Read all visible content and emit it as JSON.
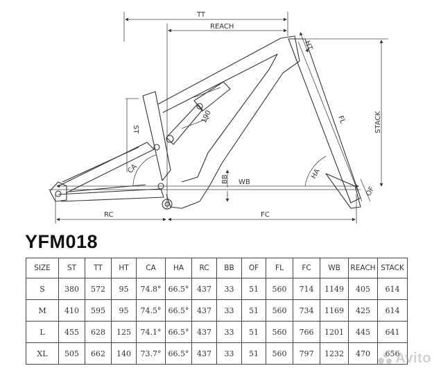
{
  "diagram": {
    "labels": {
      "tt": "TT",
      "reach": "REACH",
      "ht": "HT",
      "stack": "STACK",
      "fl": "FL",
      "st": "ST",
      "ca": "CA",
      "shock": "190",
      "bb": "BB",
      "wb": "WB",
      "ha": "HA",
      "of": "OF",
      "rc": "RC",
      "fc": "FC"
    }
  },
  "model": "YFM018",
  "table": {
    "headers": [
      "SIZE",
      "ST",
      "TT",
      "HT",
      "CA",
      "HA",
      "RC",
      "BB",
      "OF",
      "FL",
      "FC",
      "WB",
      "REACH",
      "STACK"
    ],
    "rows": [
      [
        "S",
        "380",
        "572",
        "95",
        "74.8°",
        "66.5°",
        "437",
        "33",
        "51",
        "560",
        "714",
        "1149",
        "405",
        "614"
      ],
      [
        "M",
        "410",
        "595",
        "95",
        "74.5°",
        "66.5°",
        "437",
        "33",
        "51",
        "560",
        "734",
        "1169",
        "425",
        "614"
      ],
      [
        "L",
        "455",
        "628",
        "125",
        "74.1°",
        "66.5°",
        "437",
        "33",
        "51",
        "560",
        "766",
        "1201",
        "445",
        "641"
      ],
      [
        "XL",
        "505",
        "662",
        "140",
        "73.7°",
        "66.5°",
        "437",
        "33",
        "51",
        "560",
        "797",
        "1232",
        "470",
        "656"
      ]
    ]
  },
  "watermark": "Avito"
}
